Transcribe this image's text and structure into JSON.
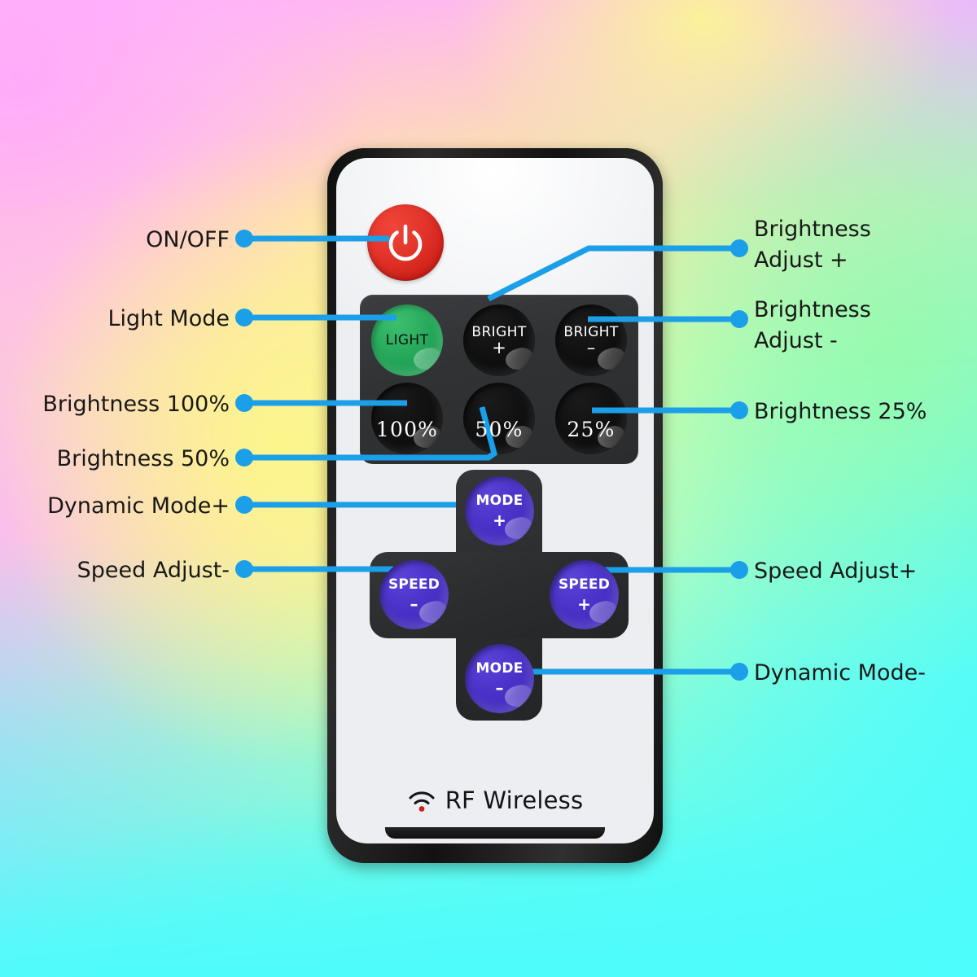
{
  "background": {
    "description": "rainbow-gradient",
    "colors": [
      "#ffb0fb",
      "#fdfa8c",
      "#a8fbb4",
      "#4dfcfc"
    ]
  },
  "remote": {
    "brand_text": "RF Wireless",
    "brand_icon": "rf-signal-icon",
    "accent_colors": {
      "power": "#d8281e",
      "light": "#25a85a",
      "dpad": "#4a32c9",
      "keypad_panel": "#303234",
      "lead_line": "#1a9fe8"
    },
    "power_button": {
      "icon": "power-icon",
      "label": ""
    },
    "keypad": [
      {
        "id": "light",
        "label": "LIGHT",
        "sign": "",
        "style": "green"
      },
      {
        "id": "bright-plus",
        "label": "BRIGHT",
        "sign": "+",
        "style": "black"
      },
      {
        "id": "bright-minus",
        "label": "BRIGHT",
        "sign": "–",
        "style": "black"
      },
      {
        "id": "pct-100",
        "label": "100%",
        "sign": "",
        "style": "black"
      },
      {
        "id": "pct-50",
        "label": "50%",
        "sign": "",
        "style": "black"
      },
      {
        "id": "pct-25",
        "label": "25%",
        "sign": "",
        "style": "black"
      }
    ],
    "dpad": [
      {
        "id": "mode-plus",
        "label": "MODE",
        "sign": "+"
      },
      {
        "id": "speed-minus",
        "label": "SPEED",
        "sign": "–"
      },
      {
        "id": "speed-plus",
        "label": "SPEED",
        "sign": "+"
      },
      {
        "id": "mode-minus",
        "label": "MODE",
        "sign": "–"
      }
    ]
  },
  "callouts": {
    "left": [
      {
        "id": "on-off",
        "text": "ON/OFF"
      },
      {
        "id": "light-mode",
        "text": "Light Mode"
      },
      {
        "id": "brightness-100",
        "text": "Brightness 100%"
      },
      {
        "id": "brightness-50",
        "text": "Brightness 50%"
      },
      {
        "id": "dynamic-mode-plus",
        "text": "Dynamic Mode+"
      },
      {
        "id": "speed-adjust-minus",
        "text": "Speed Adjust-"
      }
    ],
    "right": [
      {
        "id": "brightness-adjust-plus",
        "text": "Brightness\nAdjust +"
      },
      {
        "id": "brightness-adjust-minus",
        "text": "Brightness\nAdjust -"
      },
      {
        "id": "brightness-25",
        "text": "Brightness 25%"
      },
      {
        "id": "speed-adjust-plus",
        "text": "Speed Adjust+"
      },
      {
        "id": "dynamic-mode-minus",
        "text": "Dynamic Mode-"
      }
    ]
  }
}
